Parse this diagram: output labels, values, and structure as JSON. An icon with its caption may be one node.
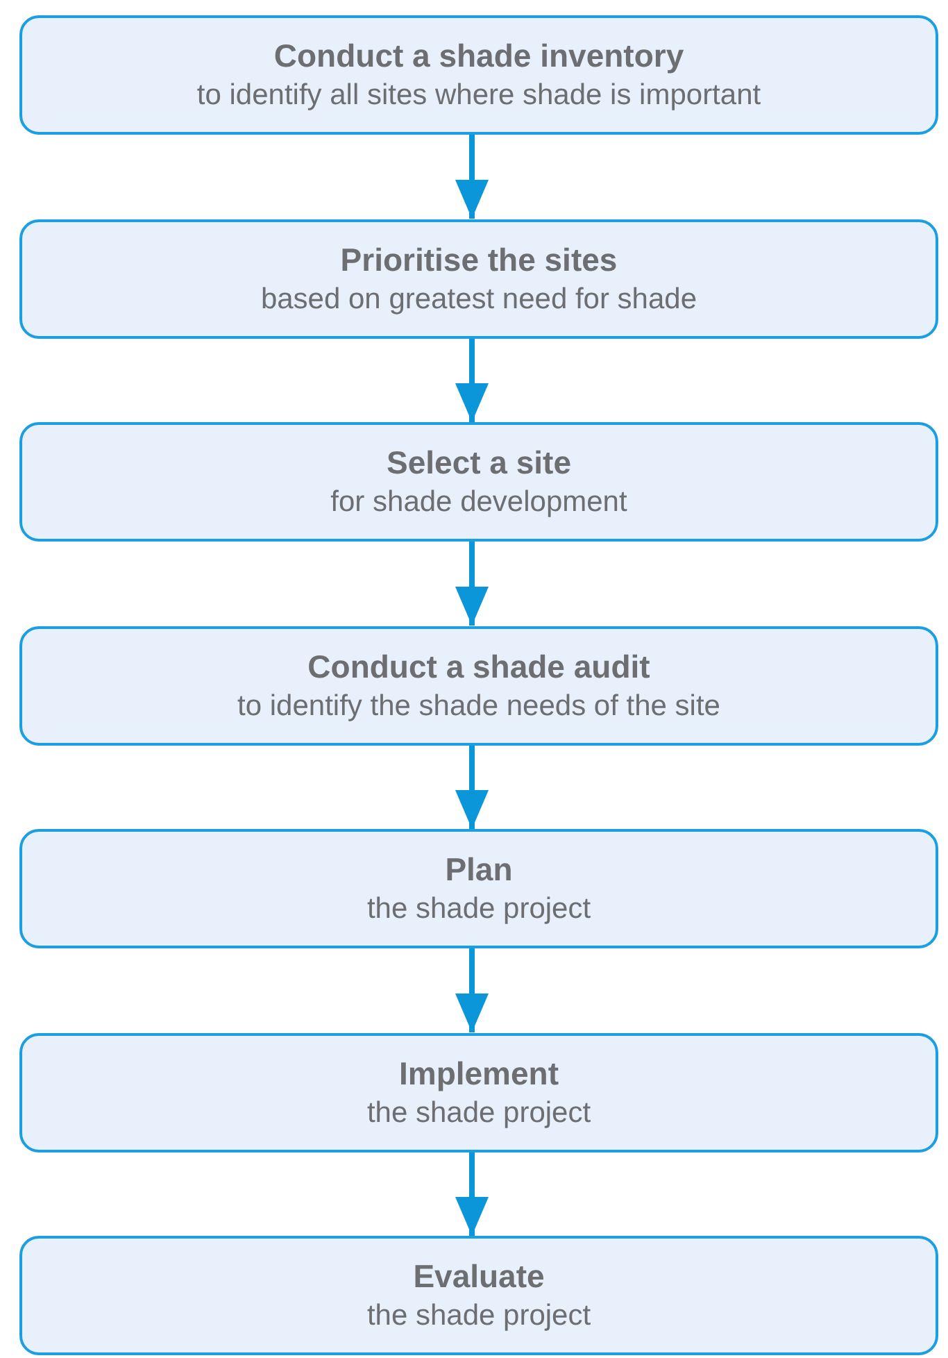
{
  "diagram": {
    "nodes": [
      {
        "text": [
          "Conduct a shade inventory",
          "to identify all sites where shade is important"
        ]
      },
      {
        "text": [
          "Prioritise the sites",
          "based on greatest need for shade"
        ]
      },
      {
        "text": [
          "Select a site",
          "for shade development"
        ]
      },
      {
        "text": [
          "Conduct a shade audit",
          "to identify the shade needs of the site"
        ]
      },
      {
        "text": [
          "Plan",
          "the shade project"
        ]
      },
      {
        "text": [
          "Implement",
          "the shade project"
        ]
      },
      {
        "text": [
          "Evaluate",
          "the shade project"
        ]
      }
    ],
    "edges": [
      {
        "from": 0,
        "to": 1,
        "arrow": "to"
      },
      {
        "from": 1,
        "to": 2,
        "arrow": "to"
      },
      {
        "from": 2,
        "to": 3,
        "arrow": "to"
      },
      {
        "from": 3,
        "to": 4,
        "arrow": "to"
      },
      {
        "from": 4,
        "to": 5,
        "arrow": "to"
      },
      {
        "from": 5,
        "to": 6,
        "arrow": "to"
      }
    ]
  }
}
